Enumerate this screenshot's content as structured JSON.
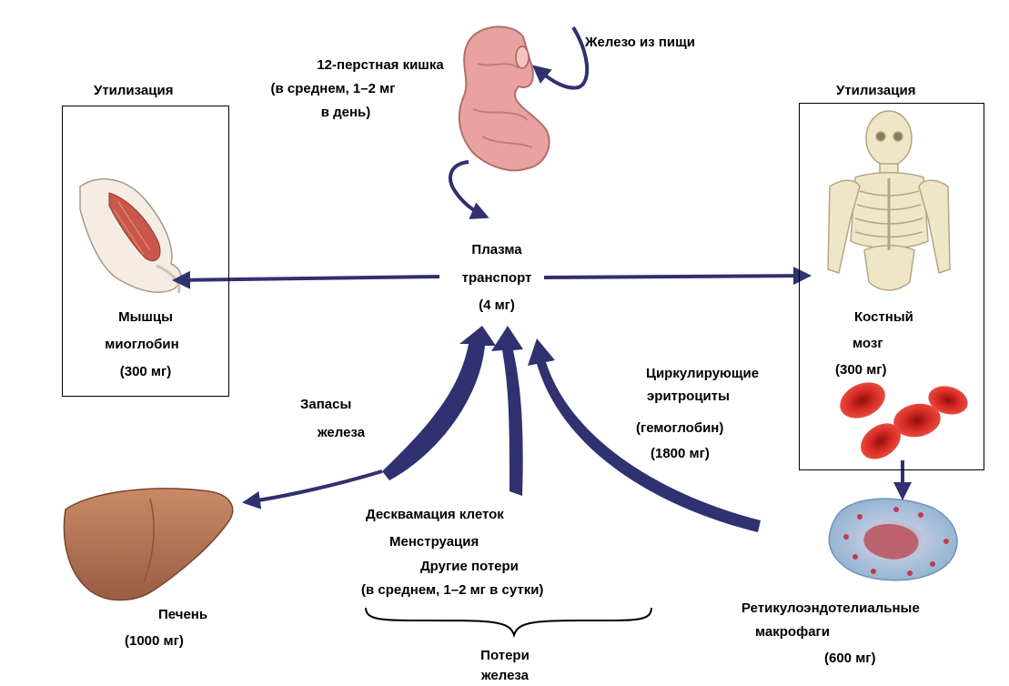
{
  "labels": {
    "food_iron": "Железо из пищи",
    "duodenum": "12-перстная кишка",
    "duodenum_rate_1": "(в среднем, 1–2 мг",
    "duodenum_rate_2": "в день)",
    "util_left": "Утилизация",
    "util_right": "Утилизация",
    "plasma_1": "Плазма",
    "plasma_2": "транспорт",
    "plasma_3": "(4 мг)",
    "muscle_1": "Мышцы",
    "muscle_2": "миоглобин",
    "muscle_3": "(300 мг)",
    "marrow_1": "Костный",
    "marrow_2": "мозг",
    "marrow_3": "(300 мг)",
    "stores_1": "Запасы",
    "stores_2": "железа",
    "rbc_1": "Циркулирующие",
    "rbc_2": "эритроциты",
    "rbc_3": "(гемоглобин)",
    "rbc_4": "(1800 мг)",
    "losses_1": "Десквамация клеток",
    "losses_2": "Менструация",
    "losses_3": "Другие потери",
    "losses_4": "(в среднем, 1–2 мг в сутки)",
    "liver_1": "Печень",
    "liver_2": "(1000 мг)",
    "rem_1": "Ретикулоэндотелиальные",
    "rem_2": "макрофаги",
    "rem_3": "(600 мг)",
    "iron_loss_1": "Потери",
    "iron_loss_2": "железа"
  },
  "colors": {
    "arrow": "#2f3170",
    "organ_duodenum": "#e8a3a0",
    "organ_liver": "#b8765a",
    "rbc": "#d0201f",
    "bone": "#efe6c8",
    "macrophage": "#a9c8e0",
    "muscle": "#c9574a"
  }
}
